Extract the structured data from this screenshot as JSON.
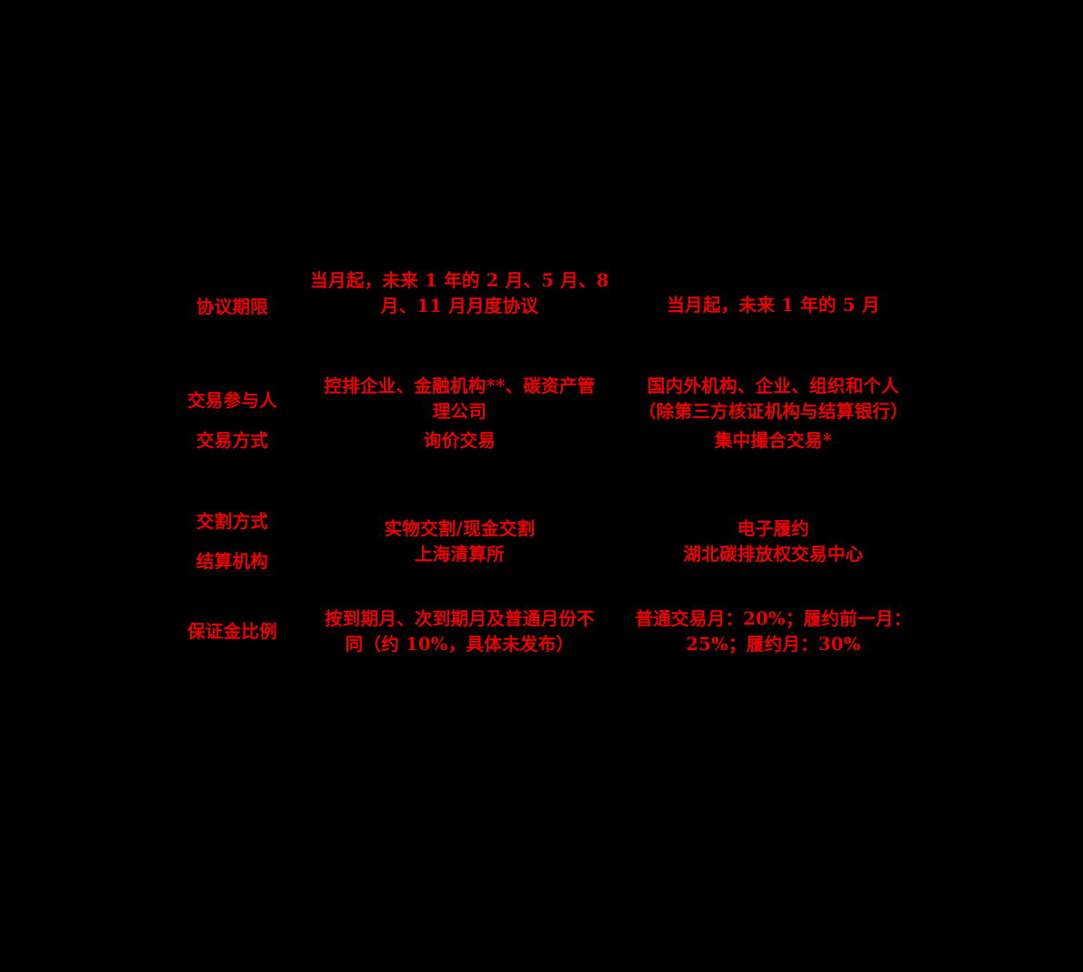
{
  "palette": {
    "background": "#000000",
    "text": "#ee0000"
  },
  "table": {
    "rows": [
      {
        "id": "agreement-term",
        "labels": [
          "协议期限"
        ],
        "middle": [
          "当月起，未来 1 年的 2 月、5 月、8",
          "月、11 月月度协议"
        ],
        "right": [
          "当月起，未来 1 年的 5 月"
        ]
      },
      {
        "id": "participants-and-trading-mode",
        "labels": [
          "交易参与人",
          "交易方式"
        ],
        "middle": [
          "控排企业、金融机构**、碳资产管",
          "理公司",
          "询价交易"
        ],
        "right": [
          "国内外机构、企业、组织和个人",
          "（除第三方核证机构与结算银行）",
          "集中撮合交易*"
        ]
      },
      {
        "id": "delivery-and-clearing",
        "labels": [
          "交割方式",
          "结算机构"
        ],
        "middle": [
          "实物交割/现金交割",
          "上海清算所"
        ],
        "right": [
          "电子履约",
          "湖北碳排放权交易中心"
        ]
      },
      {
        "id": "margin-ratio",
        "labels": [
          "保证金比例"
        ],
        "middle": [
          "按到期月、次到期月及普通月份不",
          "同（约 10%，具体未发布）"
        ],
        "right": [
          "普通交易月：20%；履约前一月：",
          "25%；履约月：30%"
        ]
      }
    ]
  }
}
